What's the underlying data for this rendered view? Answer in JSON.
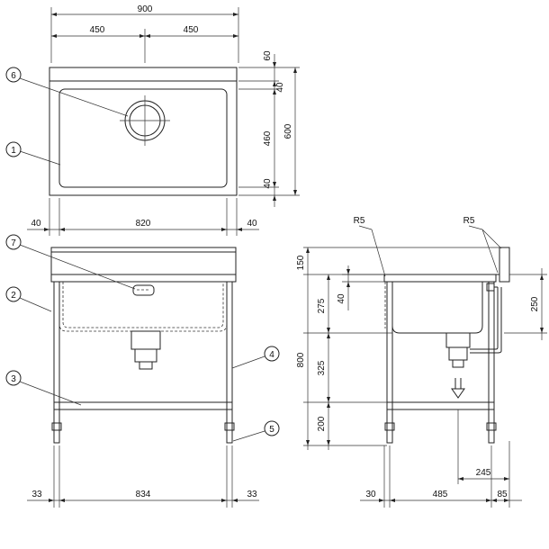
{
  "dimensions": {
    "top_width": "900",
    "top_half_left": "450",
    "top_half_right": "450",
    "right_60": "60",
    "right_40_upper": "40",
    "right_460": "460",
    "right_600": "600",
    "right_40_lower": "40",
    "front_left_40": "40",
    "front_820": "820",
    "front_right_40": "40",
    "front_left_33": "33",
    "front_834": "834",
    "front_right_33": "33",
    "side_150": "150",
    "side_inner_40": "40",
    "side_275": "275",
    "side_800": "800",
    "side_325": "325",
    "side_200": "200",
    "side_250": "250",
    "side_245": "245",
    "side_30": "30",
    "side_485": "485",
    "side_85": "85",
    "radius_left": "R5",
    "radius_right": "R5"
  },
  "callouts": [
    "6",
    "1",
    "7",
    "2",
    "3",
    "4",
    "5"
  ]
}
